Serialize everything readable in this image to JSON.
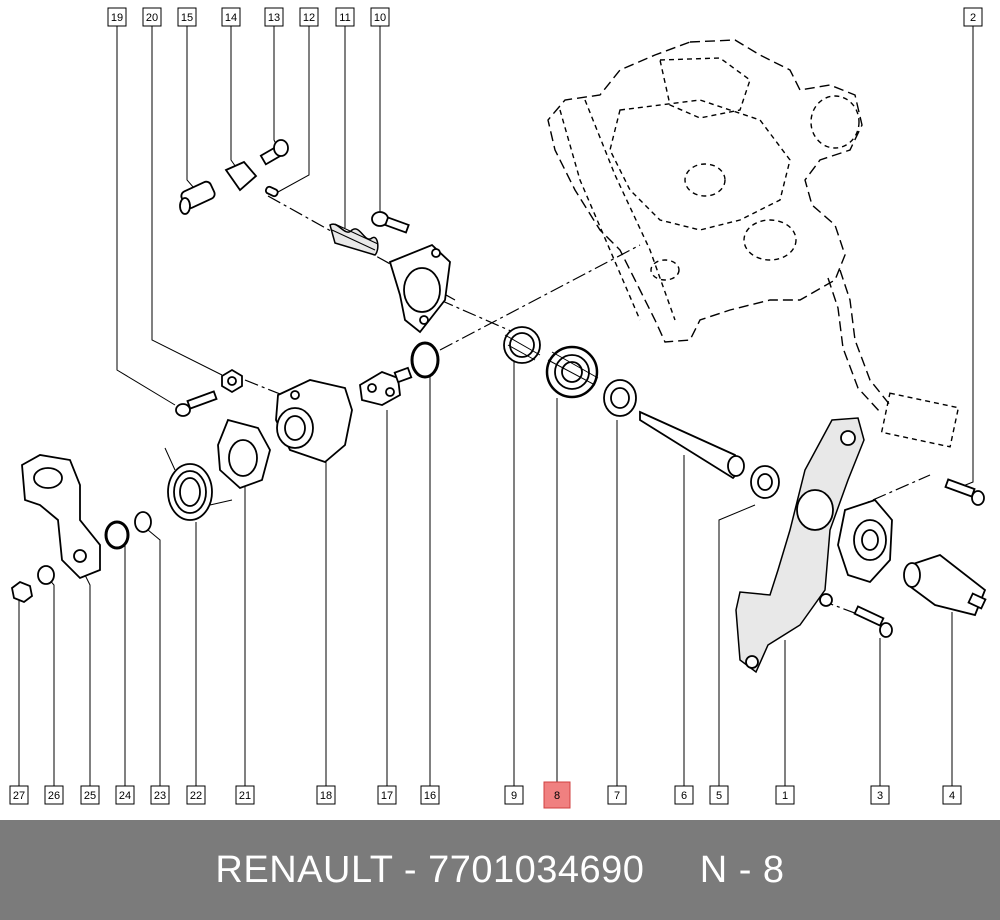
{
  "callouts_top": [
    {
      "label": "19",
      "highlight": false
    },
    {
      "label": "20",
      "highlight": false
    },
    {
      "label": "15",
      "highlight": false
    },
    {
      "label": "14",
      "highlight": false
    },
    {
      "label": "13",
      "highlight": false
    },
    {
      "label": "12",
      "highlight": false
    },
    {
      "label": "11",
      "highlight": false
    },
    {
      "label": "10",
      "highlight": false
    },
    {
      "label": "2",
      "highlight": false
    }
  ],
  "callouts_bottom": [
    {
      "label": "27",
      "highlight": false
    },
    {
      "label": "26",
      "highlight": false
    },
    {
      "label": "25",
      "highlight": false
    },
    {
      "label": "24",
      "highlight": false
    },
    {
      "label": "23",
      "highlight": false
    },
    {
      "label": "22",
      "highlight": false
    },
    {
      "label": "21",
      "highlight": false
    },
    {
      "label": "18",
      "highlight": false
    },
    {
      "label": "17",
      "highlight": false
    },
    {
      "label": "16",
      "highlight": false
    },
    {
      "label": "9",
      "highlight": false
    },
    {
      "label": "8",
      "highlight": true
    },
    {
      "label": "7",
      "highlight": false
    },
    {
      "label": "6",
      "highlight": false
    },
    {
      "label": "5",
      "highlight": false
    },
    {
      "label": "1",
      "highlight": false
    },
    {
      "label": "3",
      "highlight": false
    },
    {
      "label": "4",
      "highlight": false
    }
  ],
  "caption": {
    "brand": "RENAULT",
    "part_number": "7701034690",
    "position": "N - 8"
  },
  "colors": {
    "highlight": "#f08080",
    "caption_bar": "#7b7b7b",
    "caption_text": "#ffffff"
  }
}
